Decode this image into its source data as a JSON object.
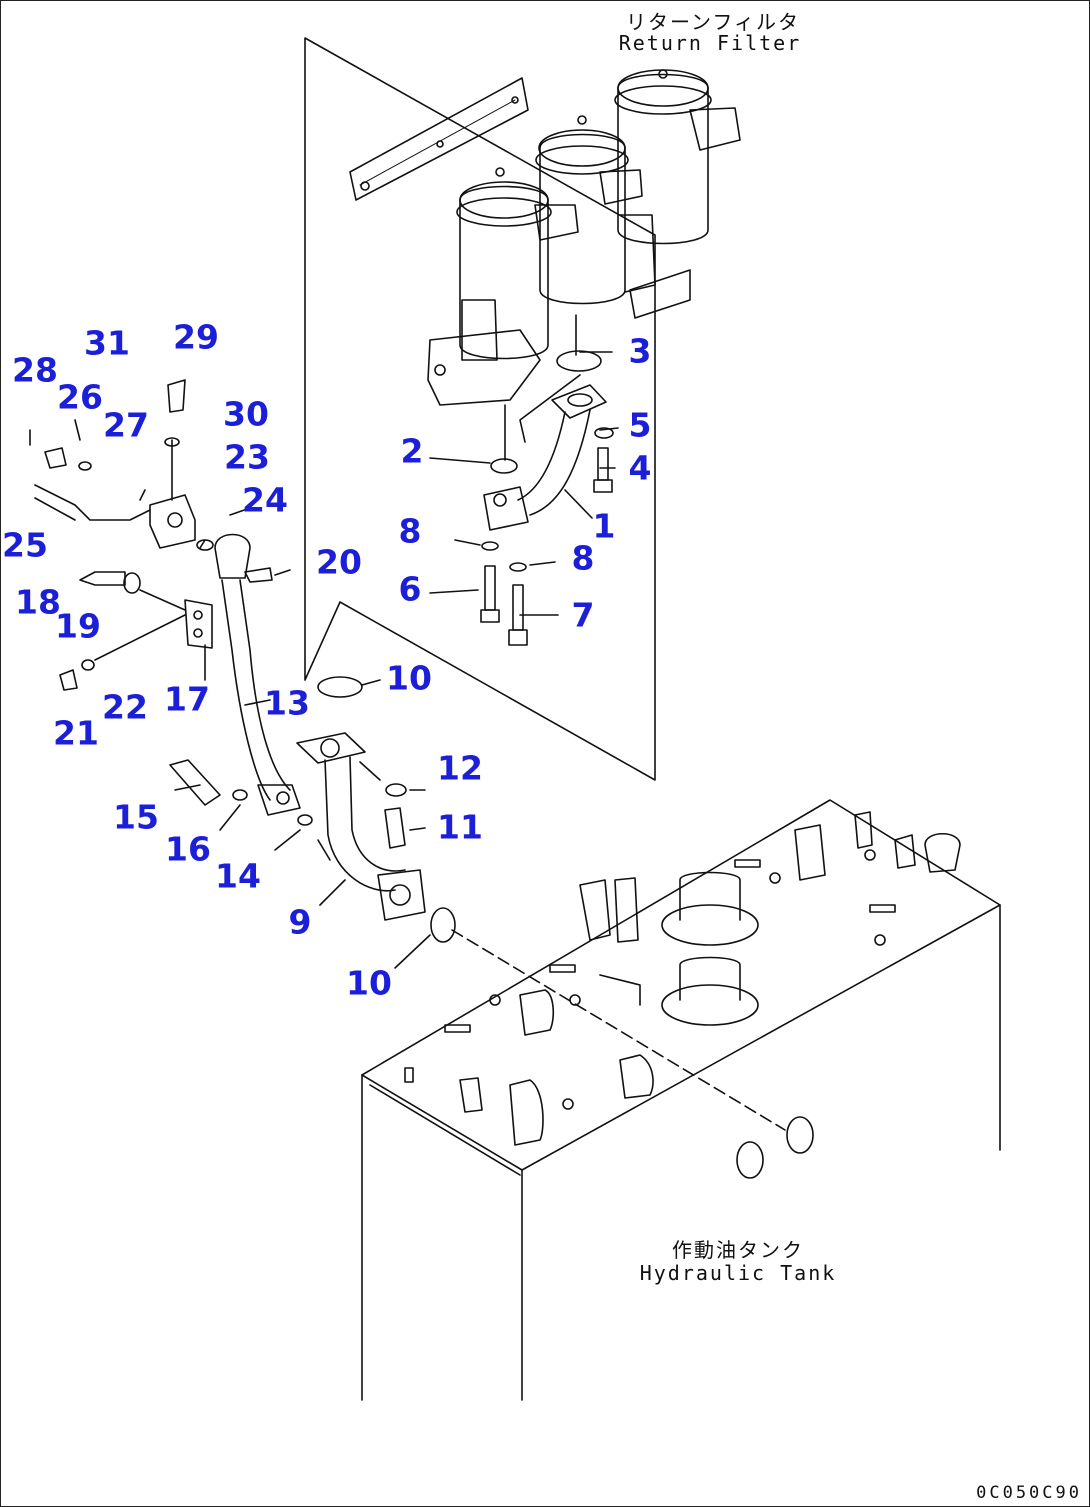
{
  "captions": {
    "return_filter_jp": "リターンフィルタ",
    "return_filter_en": "Return Filter",
    "hydraulic_tank_jp": "作動油タンク",
    "hydraulic_tank_en": "Hydraulic Tank"
  },
  "drawing_number": "0C050C90",
  "callouts": {
    "n1": "1",
    "n2": "2",
    "n3": "3",
    "n4": "4",
    "n5": "5",
    "n6": "6",
    "n7": "7",
    "n8a": "8",
    "n8b": "8",
    "n9": "9",
    "n10a": "10",
    "n10b": "10",
    "n11": "11",
    "n12": "12",
    "n13": "13",
    "n14": "14",
    "n15": "15",
    "n16": "16",
    "n17": "17",
    "n18": "18",
    "n19": "19",
    "n20": "20",
    "n21": "21",
    "n22": "22",
    "n23": "23",
    "n24": "24",
    "n25": "25",
    "n26": "26",
    "n27": "27",
    "n28": "28",
    "n29": "29",
    "n30": "30",
    "n31": "31"
  },
  "colors": {
    "callout": "#1c1fd8",
    "line": "#111111"
  }
}
